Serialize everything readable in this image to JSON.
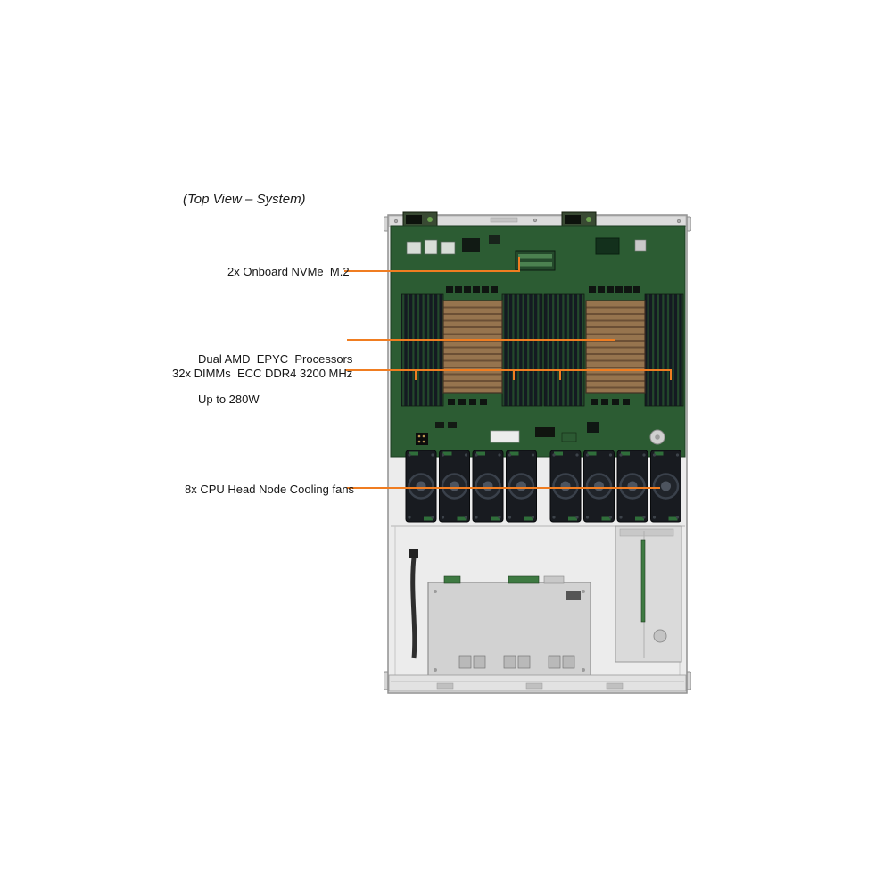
{
  "title": "(Top View – System)",
  "callouts": {
    "nvme": {
      "label": "2x Onboard NVMe  M.2"
    },
    "cpu": {
      "label_line1": "Dual AMD  EPYC  Processors",
      "label_line2": "Up to 280W"
    },
    "dimm": {
      "label": "32x DIMMs  ECC DDR4 3200 MHz"
    },
    "fans": {
      "label": "8x CPU Head Node Cooling fans"
    }
  },
  "colors": {
    "accent_orange": "#F07D21",
    "pcb_green": "#2C5C33",
    "heatsink_copper": "#96744E",
    "chassis_gray": "#ECECEC",
    "fan_dark": "#181B20",
    "dimm_slot_dark": "#141A22"
  }
}
